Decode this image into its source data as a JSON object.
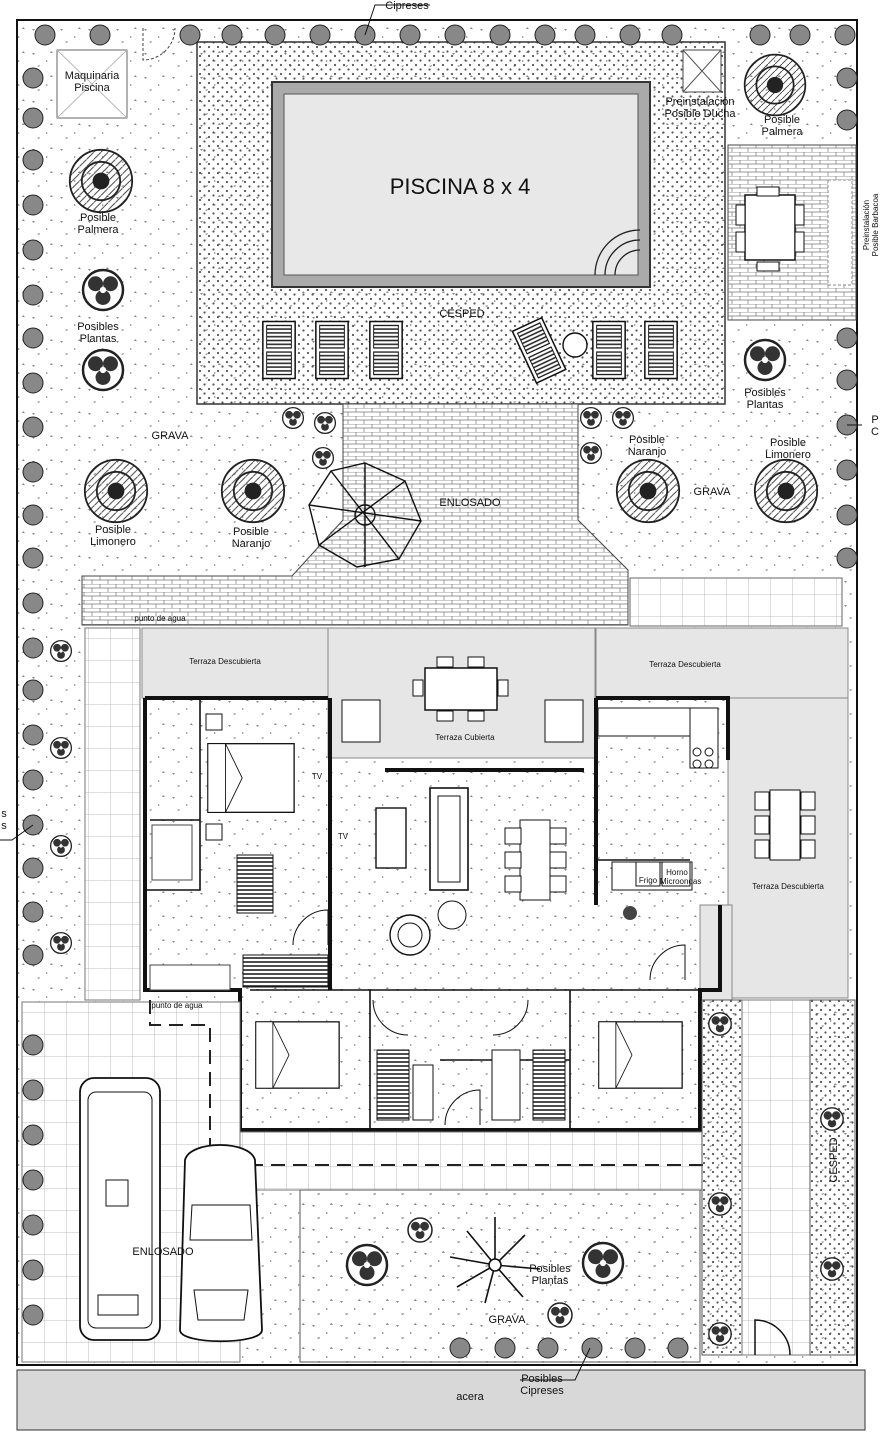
{
  "labels": {
    "cipreses_top": "Cipreses",
    "maquinaria": "Maquinaria\nPiscina",
    "piscina": "PISCINA 8 x 4",
    "preinst_ducha": "Preinstalación\nPosible Ducha",
    "posible_palmera_r": "Posible\nPalmera",
    "posible_palmera_l": "Posible\nPalmera",
    "preinst_right": "Preinstalación\nPosible Barbacoa",
    "posibles_plantas_l": "Posibles\nPlantas",
    "cesped_top": "CESPED",
    "posibles_plantas_r": "Posibles\nPlantas",
    "grava_l": "GRAVA",
    "posible_naranjo_r": "Posible\nNaranjo",
    "posible_limonero_r": "Posible\nLimonero",
    "grava_r": "GRAVA",
    "enlosado_mid": "ENLOSADO",
    "posible_limonero_l": "Posible\nLimonero",
    "posible_naranjo_l": "Posible\nNaranjo",
    "punto_agua_1": "punto de agua",
    "terraza_desc_l": "Terraza Descubierta",
    "terraza_desc_r": "Terraza Descubierta",
    "terraza_cubierta": "Terraza Cubierta",
    "terraza_desc_side": "Terraza Descubierta",
    "tv1": "TV",
    "tv2": "TV",
    "fridge": "Frigo",
    "horno": "Horno\nMicroondas",
    "punto_agua_2": "punto de agua",
    "enlosado_bottom": "ENLOSADO",
    "posibles_plantas_b": "Posibles\nPlantas",
    "grava_b": "GRAVA",
    "cesped_side": "CESPED",
    "posibles_cipreses": "Posibles\nCipreses",
    "acera": "acera",
    "left_edge": "s\ns",
    "right_edge": "P\nC"
  }
}
